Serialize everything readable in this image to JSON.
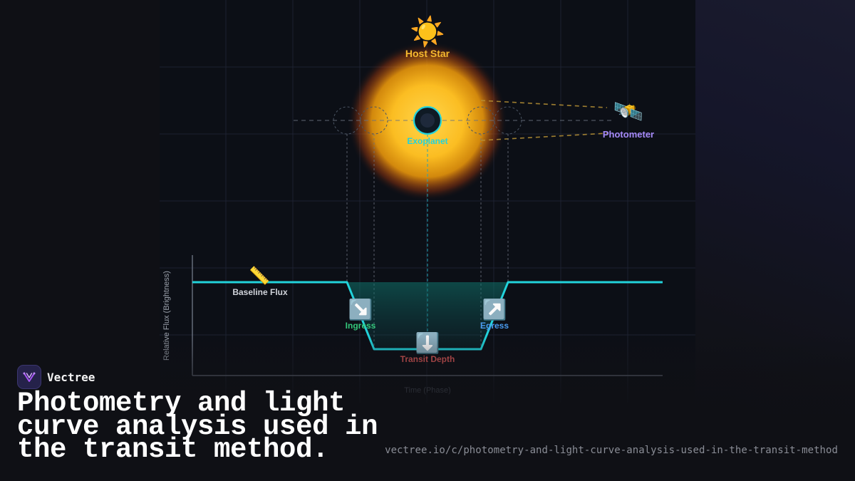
{
  "brand": {
    "name": "Vectree"
  },
  "title": "Photometry and light curve analysis used in the transit method.",
  "url": "vectree.io/c/photometry-and-light-curve-analysis-used-in-the-transit-method",
  "diagram": {
    "star": {
      "label": "Host Star",
      "icon": "sun-icon"
    },
    "planet": {
      "label": "Exoplanet"
    },
    "detector": {
      "label": "Photometer",
      "icon": "satellite-icon"
    },
    "curve": {
      "ylabel": "Relative Flux (Brightness)",
      "xlabel": "Time (Phase)",
      "baseline": {
        "label": "Baseline Flux",
        "icon": "ruler-icon"
      },
      "ingress": {
        "label": "Ingress",
        "icon": "arrow-down-right-icon"
      },
      "egress": {
        "label": "Egress",
        "icon": "arrow-up-right-icon"
      },
      "depth": {
        "label": "Transit Depth",
        "icon": "arrow-down-icon"
      }
    },
    "colors": {
      "curve": "#22d3db",
      "star": "#f5a30a",
      "star_label": "#f5b92e",
      "planet_label": "#22d3db",
      "detector_label": "#a78bfa",
      "ingress_label": "#34c77b",
      "egress_label": "#4a9cf0",
      "depth_label": "#e05a5a",
      "baseline_label": "#d0d3da"
    }
  }
}
